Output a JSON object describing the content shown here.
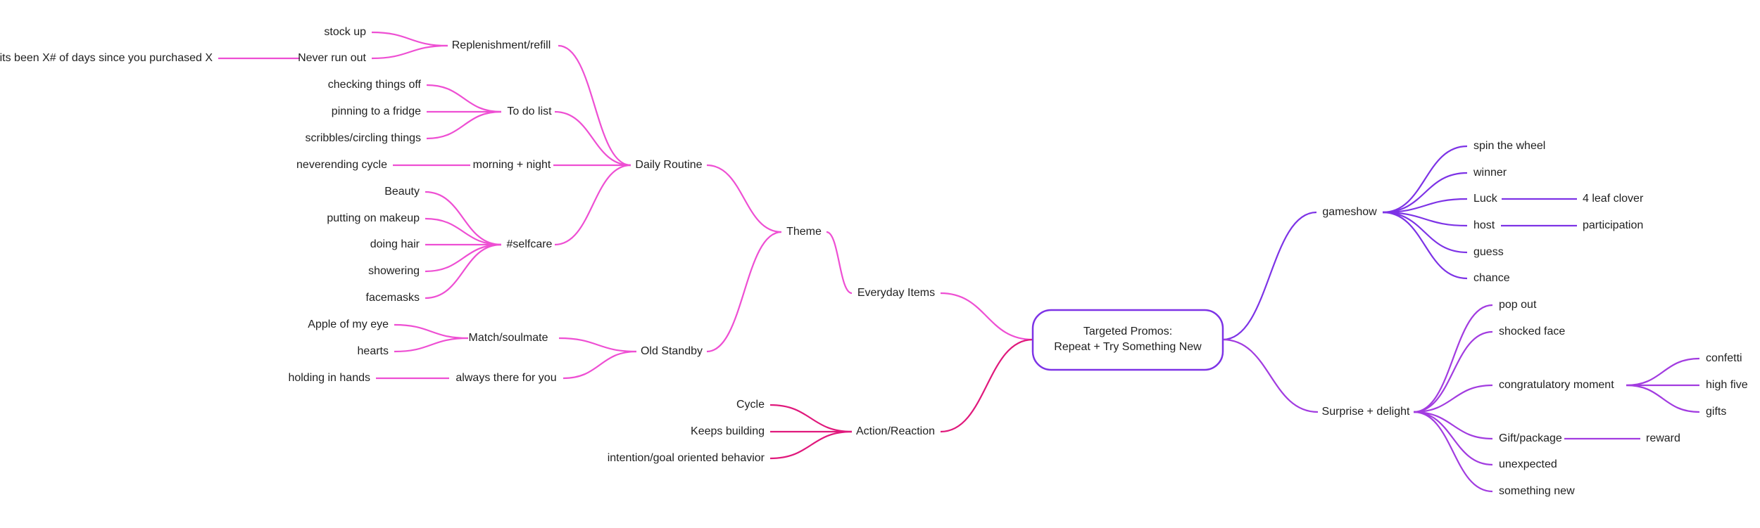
{
  "colors": {
    "pink": "#ee4fd3",
    "crimson": "#e0197c",
    "violet": "#7d33e6",
    "purple": "#a23ce0",
    "root_border": "#7d33e6",
    "text": "#1f1f1f"
  },
  "root": {
    "line1": "Targeted Promos:",
    "line2": "Repeat + Try Something New"
  },
  "labels": {
    "everyday_items": "Everyday Items",
    "theme": "Theme",
    "daily_routine": "Daily Routine",
    "replenishment": "Replenishment/refill",
    "stock_up": "stock up",
    "never_run_out": "Never run out",
    "days_since": "its been X# of days since you purchased X",
    "todo_list": "To do list",
    "checking_off": "checking things off",
    "pinning_fridge": "pinning to a fridge",
    "scribbles": "scribbles/circling things",
    "morning_night": "morning + night",
    "neverending": "neverending cycle",
    "selfcare": "#selfcare",
    "beauty": "Beauty",
    "makeup": "putting on makeup",
    "doing_hair": "doing hair",
    "showering": "showering",
    "facemasks": "facemasks",
    "old_standby": "Old Standby",
    "match_soulmate": "Match/soulmate",
    "apple_eye": "Apple of my eye",
    "hearts": "hearts",
    "always_there": "always there for you",
    "holding_hands": "holding in hands",
    "action_reaction": "Action/Reaction",
    "cycle": "Cycle",
    "keeps_building": "Keeps building",
    "intention": "intention/goal oriented behavior",
    "gameshow": "gameshow",
    "spin_wheel": "spin the wheel",
    "winner": "winner",
    "luck": "Luck",
    "four_leaf": "4 leaf clover",
    "host": "host",
    "participation": "participation",
    "guess": "guess",
    "chance": "chance",
    "surprise": "Surprise + delight",
    "pop_out": "pop out",
    "shocked_face": "shocked face",
    "congrats": "congratulatory moment",
    "confetti": "confetti",
    "high_five": "high five",
    "gifts": "gifts",
    "gift_package": "Gift/package",
    "reward": "reward",
    "unexpected": "unexpected",
    "something_new": "something new"
  }
}
